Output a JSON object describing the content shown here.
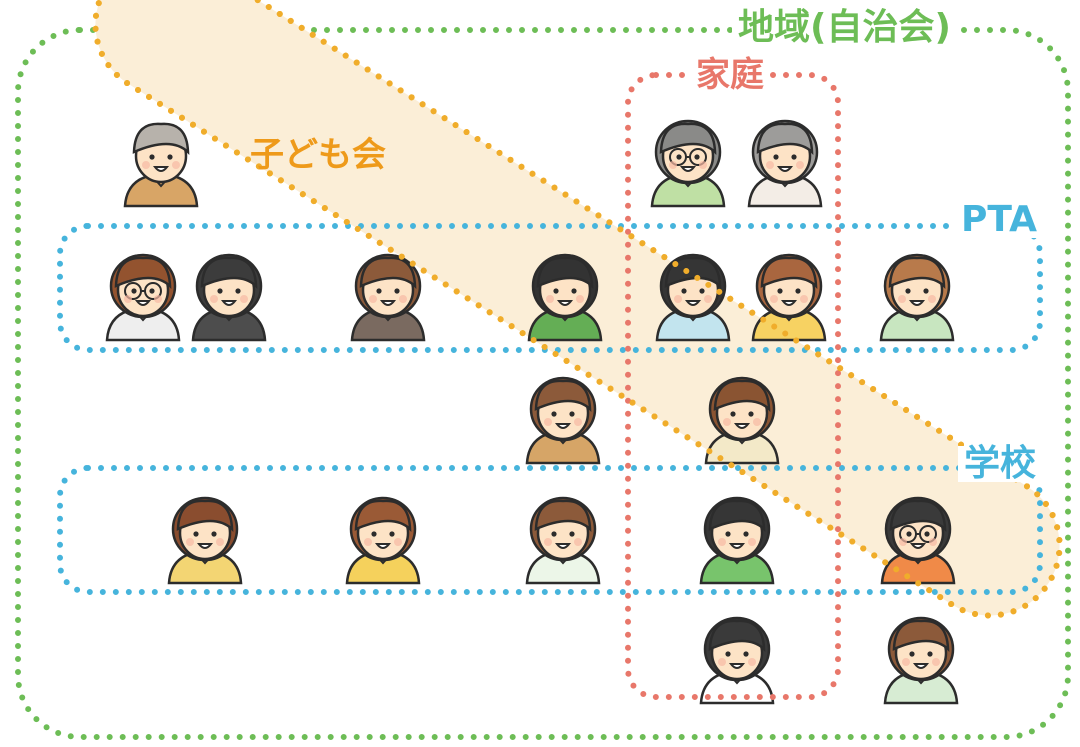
{
  "labels": {
    "community": "地域(自治会)",
    "family": "家庭",
    "kids_club": "子ども会",
    "pta": "PTA",
    "school": "学校"
  },
  "colors": {
    "community": "#6dbd56",
    "family": "#e8776a",
    "kids_club": "#f0ad2b",
    "kids_club_fill": "#fbeed7",
    "pta": "#46b4dc",
    "school": "#46b4dc",
    "skin": "#fde3c6",
    "outline": "#2c2c2c"
  },
  "people": [
    {
      "name": "elderly-man-with-mustache-icon",
      "hair": "#b7b2ab",
      "shirt": "#d8a566",
      "bald": true
    },
    {
      "name": "grandfather-with-glasses-icon",
      "hair": "#8a8a88",
      "shirt": "#bfe0a4",
      "glasses": true
    },
    {
      "name": "grandmother-icon",
      "hair": "#9d9c9a",
      "shirt": "#f3ede6"
    },
    {
      "name": "woman-with-glasses-icon",
      "hair": "#93532f",
      "shirt": "#eeeeee",
      "glasses": true
    },
    {
      "name": "man-in-dark-cardigan-icon",
      "hair": "#3c3c3c",
      "shirt": "#4d4d4d"
    },
    {
      "name": "man-in-plaid-vest-icon",
      "hair": "#8c5a3a",
      "shirt": "#7a6a60"
    },
    {
      "name": "woman-in-green-cardigan-icon",
      "hair": "#333333",
      "shirt": "#64ae55"
    },
    {
      "name": "father-in-light-blue-icon",
      "hair": "#353535",
      "shirt": "#c2e4ee"
    },
    {
      "name": "mother-in-yellow-icon",
      "hair": "#a9663f",
      "shirt": "#f7d262"
    },
    {
      "name": "woman-in-mint-blouse-icon",
      "hair": "#b87a4b",
      "shirt": "#c8e6c0"
    },
    {
      "name": "male-teacher-in-suit-icon",
      "hair": "#8c5a3a",
      "shirt": "#d6a567"
    },
    {
      "name": "high-school-girl-icon",
      "hair": "#8a5432",
      "shirt": "#f3e9c8"
    },
    {
      "name": "girl-in-yellow-apron-icon",
      "hair": "#8a4d2f",
      "shirt": "#f3d573"
    },
    {
      "name": "girl-with-ribbon-icon",
      "hair": "#9a5a36",
      "shirt": "#f5d15c"
    },
    {
      "name": "boy-in-striped-shirt-icon",
      "hair": "#8c5a3a",
      "shirt": "#ecf6e8"
    },
    {
      "name": "girl-with-ponytail-icon",
      "hair": "#363636",
      "shirt": "#78c46c"
    },
    {
      "name": "boy-with-glasses-icon",
      "hair": "#3a3a3a",
      "shirt": "#f08a48",
      "glasses": true
    },
    {
      "name": "little-boy-with-bow-tie-icon",
      "hair": "#3a3a3a",
      "shirt": "#ffffff"
    },
    {
      "name": "boy-in-dotted-shirt-icon",
      "hair": "#8c5a3a",
      "shirt": "#d7ecd3"
    }
  ]
}
